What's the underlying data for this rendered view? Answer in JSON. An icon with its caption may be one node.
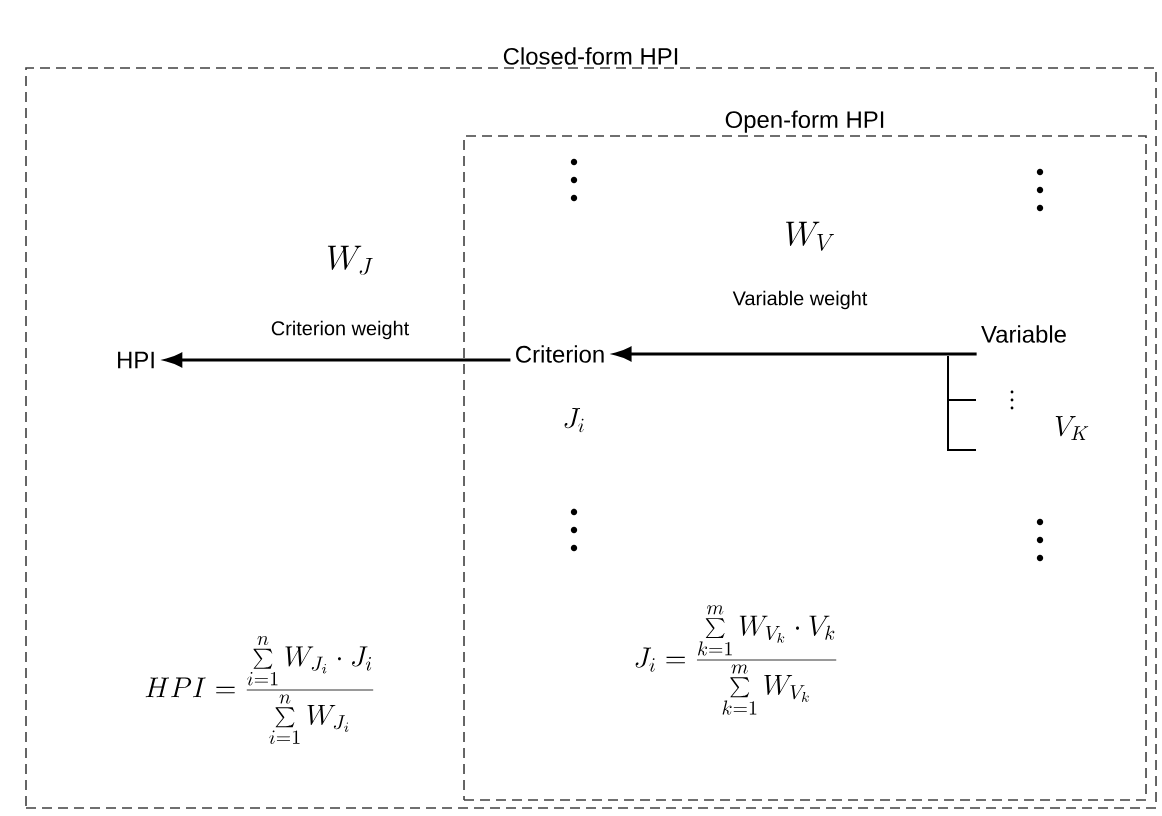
{
  "diagram": {
    "nodes": [
      {
        "text": [
          "Closed-form HPI"
        ]
      },
      {
        "text": [
          "Open-form HPI"
        ],
        "in": 0
      },
      {
        "text": [
          "HPI"
        ],
        "in": 0
      },
      {
        "text": [
          "Criterion"
        ],
        "beside": [
          "J_{i}"
        ],
        "in": 1
      },
      {
        "text": [
          "Variable"
        ],
        "beside": [
          "V_{K}"
        ],
        "in": 1
      }
    ],
    "edges": [
      {
        "from": 3,
        "to": 2,
        "arrow": "to",
        "label": "Criterion weight"
      },
      {
        "from": 4,
        "to": 3,
        "arrow": "to",
        "label": "Variable weight"
      }
    ],
    "labels": [
      "W_{J}",
      "W_{V}",
      "HPI=\\frac{\\sum\\limits_{i=1}^{n} W_{J_i}\\cdot J_i}{\\sum\\limits_{i=1}^{n} W_{J_i}}",
      "J_i=\\frac{\\sum\\limits_{k=1}^{m} W_{V_k}\\cdot V_k}{\\sum\\limits_{k=1}^{m} W_{V_k}}"
    ]
  }
}
